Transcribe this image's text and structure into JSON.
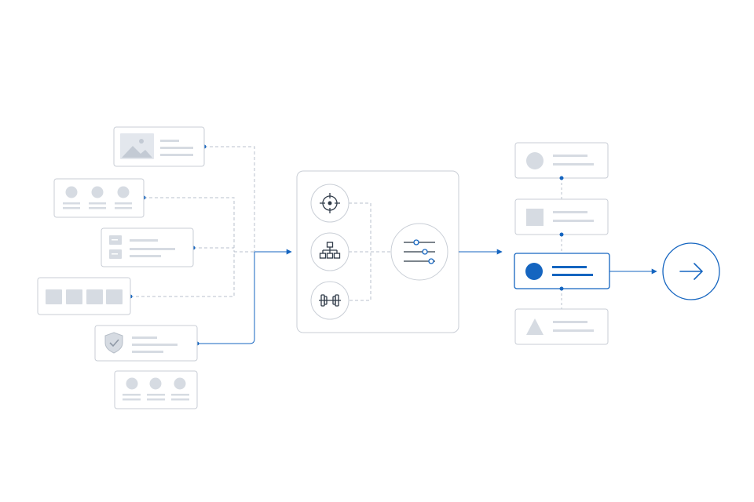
{
  "colors": {
    "background": "#ffffff",
    "card_border": "#c9ced6",
    "placeholder": "#d6dbe2",
    "placeholder_dark": "#c2c9d2",
    "connector": "#b8c1cc",
    "accent": "#1565c0",
    "icon_stroke": "#2f3a48"
  },
  "diagram": {
    "inputs": [
      {
        "kind": "image-card",
        "icon": "image-placeholder-icon"
      },
      {
        "kind": "avatars-card",
        "icon": "avatar-placeholder-icon"
      },
      {
        "kind": "list-card",
        "icon": "list-placeholder-icon"
      },
      {
        "kind": "tiles-card",
        "icon": "tile-placeholder-icon"
      },
      {
        "kind": "shield-card",
        "icon": "shield-check-icon"
      },
      {
        "kind": "avatars-card",
        "icon": "avatar-placeholder-icon"
      }
    ],
    "processor": {
      "tools": [
        "crosshair-icon",
        "hierarchy-icon",
        "dumbbell-icon"
      ],
      "hub": "sliders-icon"
    },
    "outputs": [
      {
        "shape": "circle",
        "selected": false
      },
      {
        "shape": "square",
        "selected": false
      },
      {
        "shape": "circle",
        "selected": true
      },
      {
        "shape": "triangle",
        "selected": false
      }
    ],
    "final": "arrow-right-icon"
  }
}
